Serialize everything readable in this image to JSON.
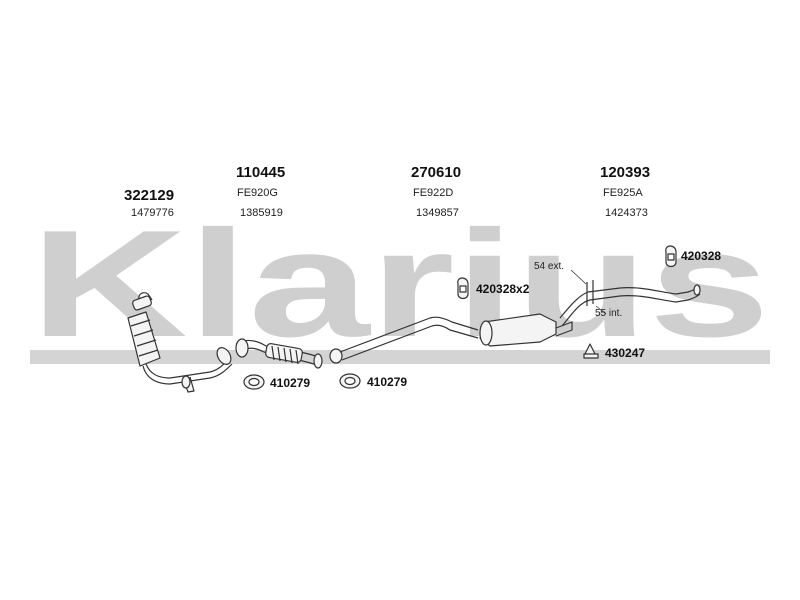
{
  "watermark": {
    "text": "Klarius",
    "color": "#cfcfcf"
  },
  "groups": [
    {
      "part": "322129",
      "code": "",
      "ref": "1479776"
    },
    {
      "part": "110445",
      "code": "FE920G",
      "ref": "1385919"
    },
    {
      "part": "270610",
      "code": "FE922D",
      "ref": "1349857"
    },
    {
      "part": "120393",
      "code": "FE925A",
      "ref": "1424373"
    }
  ],
  "hardware": [
    {
      "id": "420328",
      "label": "420328",
      "icon": "rubber-hanger-icon"
    },
    {
      "id": "420328x2",
      "label": "420328x2",
      "icon": "rubber-hanger-icon"
    },
    {
      "id": "430247",
      "label": "430247",
      "icon": "mounting-bracket-icon"
    },
    {
      "id": "410279a",
      "label": "410279",
      "icon": "gasket-icon"
    },
    {
      "id": "410279b",
      "label": "410279",
      "icon": "gasket-icon"
    }
  ],
  "notes": {
    "ext": "54 ext.",
    "int": "55 int."
  },
  "colors": {
    "line": "#333333",
    "pipe_fill": "#f4f4f4"
  }
}
